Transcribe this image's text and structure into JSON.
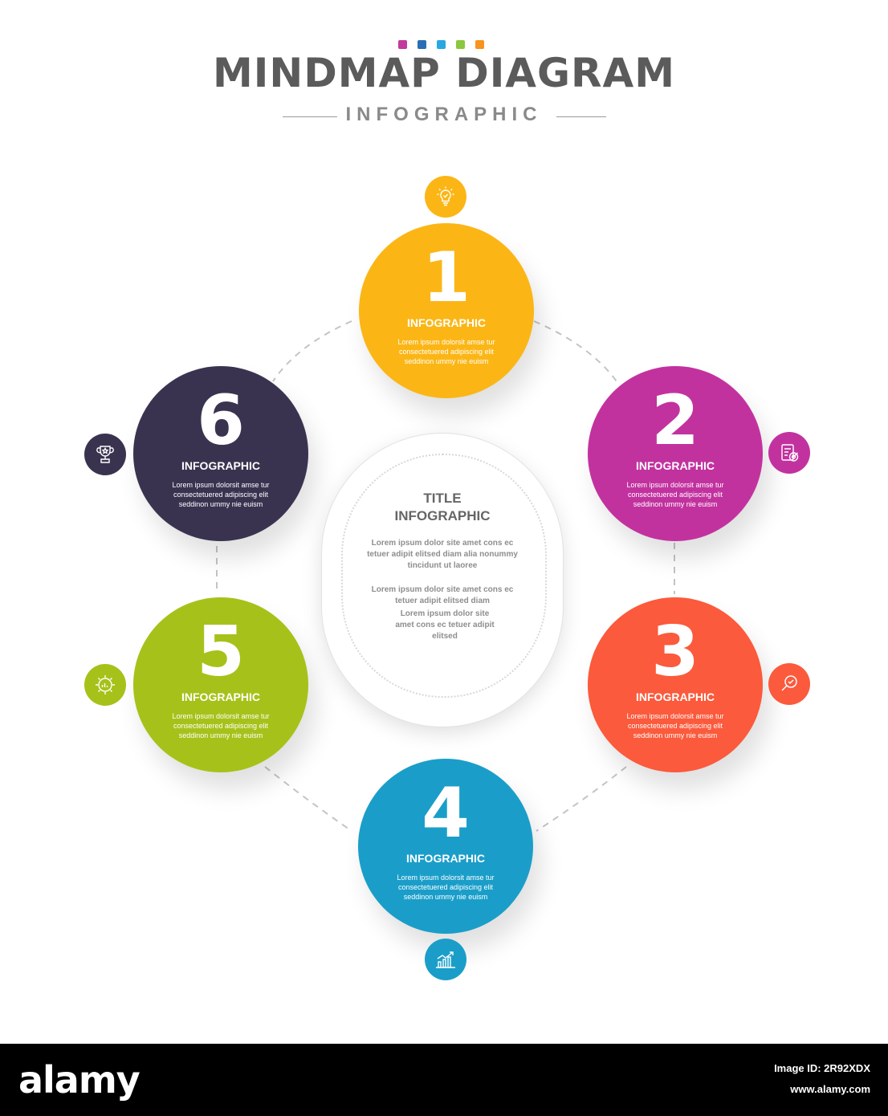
{
  "header": {
    "title": "MINDMAP DIAGRAM",
    "subtitle": "INFOGRAPHIC",
    "dot_colors": [
      "#c13a9e",
      "#2a6fb5",
      "#27a8e0",
      "#8dc63f",
      "#f7941d"
    ]
  },
  "center": {
    "title_line1": "TITLE",
    "title_line2": "INFOGRAPHIC",
    "p1": "Lorem ipsum dolor site amet cons ec tetuer adipit elitsed diam alia nonummy tincidunt ut laoree",
    "p2": "Lorem ipsum dolor site amet cons ec tetuer adipit elitsed diam",
    "p3": "Lorem ipsum dolor site amet cons ec tetuer adipit elitsed"
  },
  "nodes": [
    {
      "number": "1",
      "label": "INFOGRAPHIC",
      "desc": "Lorem ipsum dolorsit amse tur consectetuered adipiscing elit seddinon ummy nie euism",
      "color": "#fbb616",
      "icon": "lightbulb-icon"
    },
    {
      "number": "2",
      "label": "INFOGRAPHIC",
      "desc": "Lorem ipsum dolorsit amse tur consectetuered adipiscing elit seddinon ummy nie euism",
      "color": "#c2329f",
      "icon": "checklist-target-icon"
    },
    {
      "number": "3",
      "label": "INFOGRAPHIC",
      "desc": "Lorem ipsum dolorsit amse tur consectetuered adipiscing elit seddinon ummy nie euism",
      "color": "#fb5a3c",
      "icon": "magnifier-check-icon"
    },
    {
      "number": "4",
      "label": "INFOGRAPHIC",
      "desc": "Lorem ipsum dolorsit amse tur consectetuered adipiscing elit seddinon ummy nie euism",
      "color": "#1a9ec9",
      "icon": "growth-chart-icon"
    },
    {
      "number": "5",
      "label": "INFOGRAPHIC",
      "desc": "Lorem ipsum dolorsit amse tur consectetuered adipiscing elit seddinon ummy nie euism",
      "color": "#a6c21a",
      "icon": "gear-chart-icon"
    },
    {
      "number": "6",
      "label": "INFOGRAPHIC",
      "desc": "Lorem ipsum dolorsit amse tur consectetuered adipiscing elit seddinon ummy nie euism",
      "color": "#3a3350",
      "icon": "trophy-icon"
    }
  ],
  "footer": {
    "brand": "alamy",
    "image_id": "Image ID: 2R92XDX",
    "site": "www.alamy.com"
  }
}
